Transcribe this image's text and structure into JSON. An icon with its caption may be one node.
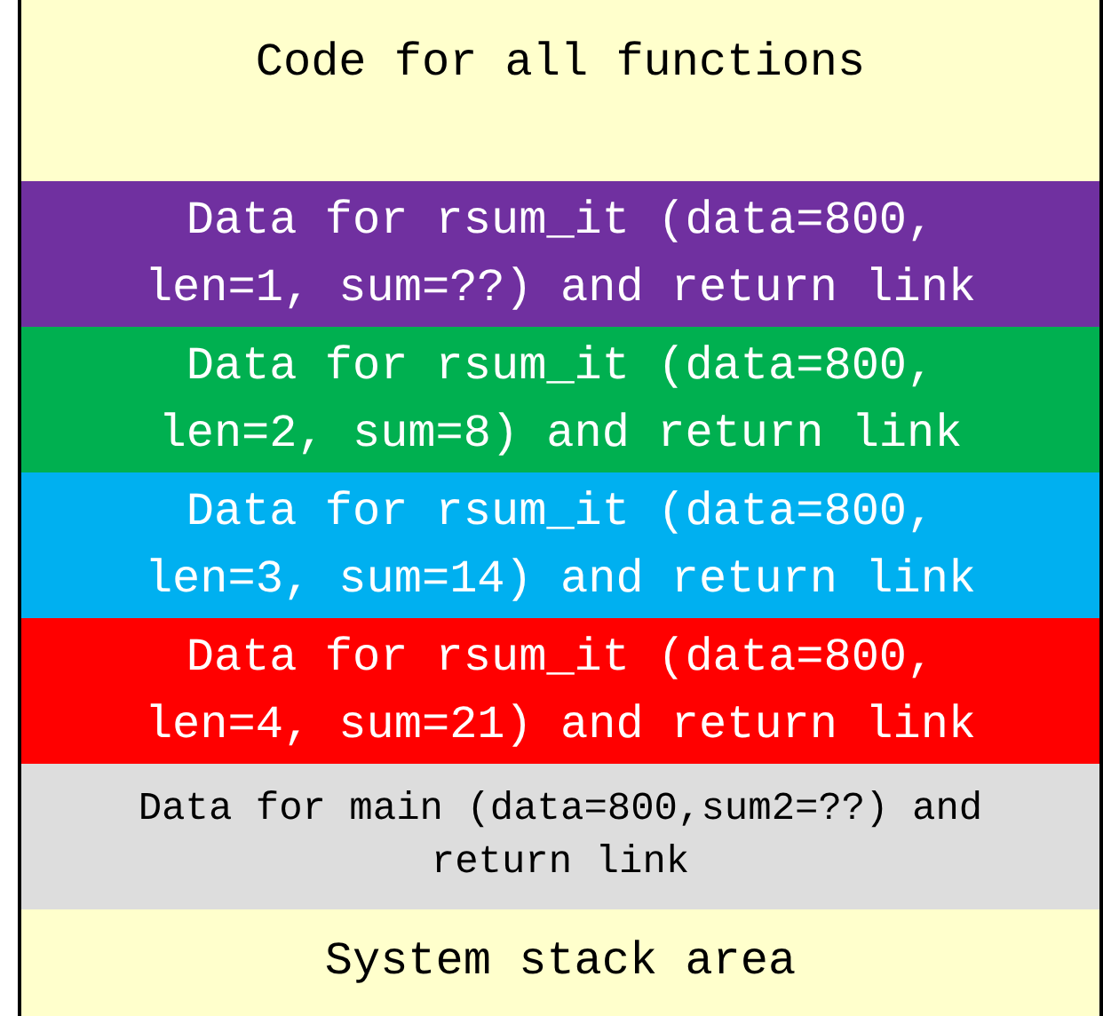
{
  "diagram": {
    "nodes": [
      {
        "text": [
          "Code for all functions"
        ]
      },
      {
        "text": [
          "Data for rsum_it (data=800, len=1, sum=??) and return link"
        ]
      },
      {
        "text": [
          "Data for rsum_it (data=800, len=2, sum=8) and return link"
        ]
      },
      {
        "text": [
          "Data for rsum_it (data=800, len=3, sum=14) and return link"
        ]
      },
      {
        "text": [
          "Data for rsum_it (data=800, len=4, sum=21) and return link"
        ]
      },
      {
        "text": [
          "Data for main (data=800,sum2=??) and return link"
        ]
      },
      {
        "text": [
          "System stack area"
        ]
      }
    ]
  }
}
